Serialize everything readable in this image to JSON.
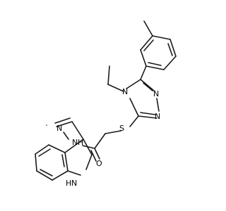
{
  "molecule": {
    "atom_labels": {
      "n_triazole_ethyl": "N",
      "n_triazole_top": "N",
      "n_triazole_bottom": "N",
      "s_thioether": "S",
      "o_carbonyl": "O",
      "n_hydrazide_nh": "N",
      "h_hydrazide": "H",
      "n_imine": "N",
      "n_indole": "N",
      "h_indole": "H"
    },
    "colors": {
      "bond": "#1a1a1a",
      "nitrogen": "#1f2fd6",
      "oxygen": "#e01c1c",
      "sulfur": "#b39100"
    }
  }
}
